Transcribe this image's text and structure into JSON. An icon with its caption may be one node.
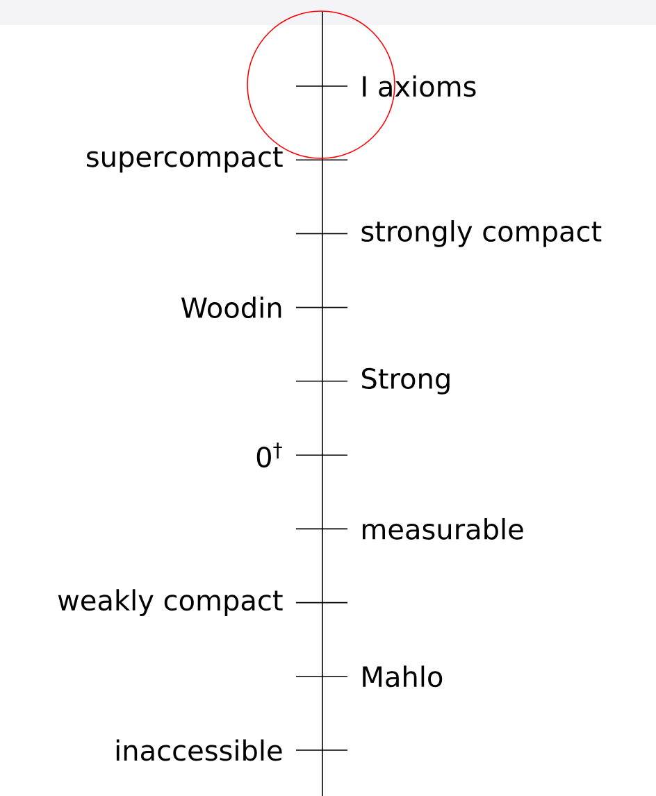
{
  "diagram": {
    "labels": [
      "I axioms",
      "supercompact",
      "strongly compact",
      "Woodin",
      "Strong",
      "0$^{†}$",
      "measurable",
      "weakly compact",
      "Mahlo",
      "inaccessible"
    ]
  }
}
